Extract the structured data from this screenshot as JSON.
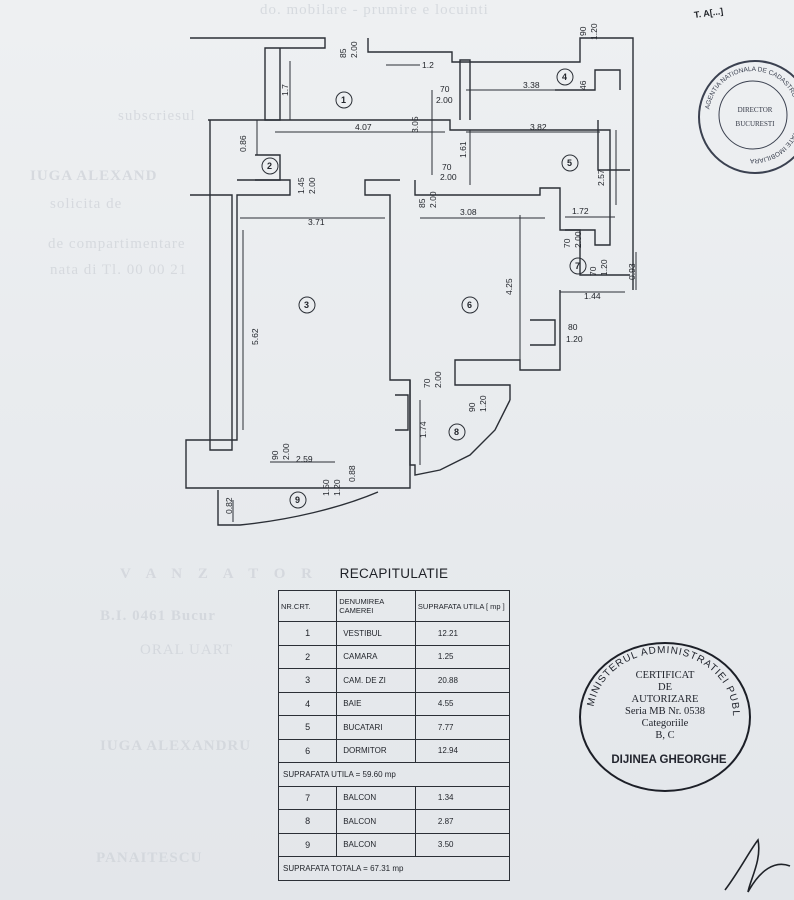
{
  "header": {
    "corner_text": "T. A[...]"
  },
  "floorplan": {
    "rooms": [
      "1",
      "2",
      "3",
      "4",
      "5",
      "6",
      "7",
      "8",
      "9"
    ],
    "dimensions": {
      "d85_200": [
        "85",
        "2.00"
      ],
      "d12": "1.2",
      "d90_120": [
        "90",
        "1.20"
      ],
      "d17": "1.7",
      "d70_200_a": [
        "70",
        "2.00"
      ],
      "d338": "3.38",
      "d46": "46",
      "d305": "3.05",
      "d407": "4.07",
      "d382": "3.82",
      "d086": "0.86",
      "d161": "1.61",
      "d257": "2.57",
      "d70_200_b": [
        "70",
        "2.00"
      ],
      "d145_200": [
        "1.45",
        "2.00"
      ],
      "d85_200_b": [
        "85",
        "2.00"
      ],
      "d371": "3.71",
      "d308": "3.08",
      "d172": "1.72",
      "d70_200_c": [
        "70",
        "2.00"
      ],
      "d70_120": [
        "70",
        "1.20"
      ],
      "d093": "0.93",
      "d144": "1.44",
      "d425": "4.25",
      "d562": "5.62",
      "d80_120": [
        "80",
        "1.20"
      ],
      "d70_200_d": [
        "70",
        "2.00"
      ],
      "d90_120_b": [
        "90",
        "1.20"
      ],
      "d174": "1.74",
      "d90_200": [
        "90",
        "2.00"
      ],
      "d259": "2.59",
      "d088": "0.88",
      "d150_120": [
        "1.50",
        "1.20"
      ],
      "d082": "0.82"
    }
  },
  "recap": {
    "title": "RECAPITULATIE",
    "headers": [
      "NR.CRT.",
      "DENUMIREA CAMEREI",
      "SUPRAFATA UTILA [ mp ]"
    ],
    "rows_a": [
      [
        "1",
        "VESTIBUL",
        "12.21"
      ],
      [
        "2",
        "CAMARA",
        "1.25"
      ],
      [
        "3",
        "CAM. DE ZI",
        "20.88"
      ],
      [
        "4",
        "BAIE",
        "4.55"
      ],
      [
        "5",
        "BUCATARI",
        "7.77"
      ],
      [
        "6",
        "DORMITOR",
        "12.94"
      ]
    ],
    "subtotal": "SUPRAFATA UTILA = 59.60 mp",
    "rows_b": [
      [
        "7",
        "BALCON",
        "1.34"
      ],
      [
        "8",
        "BALCON",
        "2.87"
      ],
      [
        "9",
        "BALCON",
        "3.50"
      ]
    ],
    "total": "SUPRAFATA TOTALA = 67.31 mp"
  },
  "stamp_authorization": {
    "ring": "MINISTERUL ADMINISTRATIEI PUBLICE",
    "line1": "CERTIFICAT",
    "line2": "DE",
    "line3": "AUTORIZARE",
    "line4": "Seria MB Nr. 0538",
    "line5": "Categoriile",
    "line6": "B, C",
    "name": "DIJINEA GHEORGHE"
  },
  "stamp_cadastre": {
    "ring": "AGENTIA NATIONALA DE CADASTRU SI PUBLICITATE IMOBILIARA",
    "center": "DIRECTOR",
    "bottom": "BUCURESTI"
  },
  "colors": {
    "ink": "#2b2f36",
    "paper": "#e9ecef"
  }
}
